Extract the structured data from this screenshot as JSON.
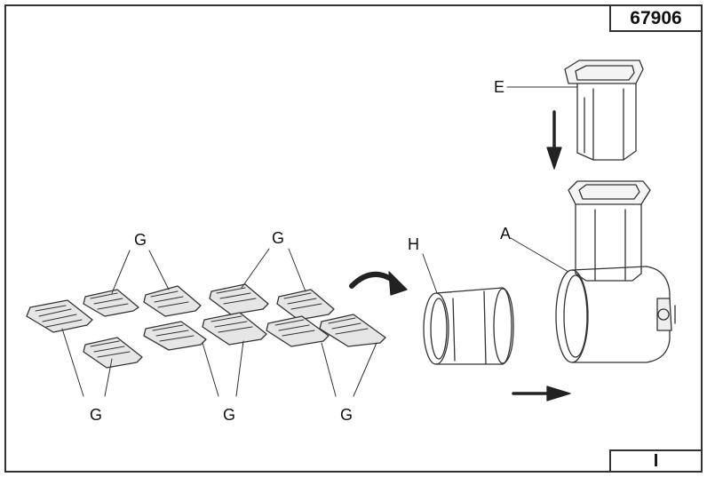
{
  "header": {
    "code": "67906"
  },
  "footer": {
    "page_marker": "I"
  },
  "labels": {
    "E": "E",
    "A": "A",
    "H": "H",
    "G": "G"
  }
}
